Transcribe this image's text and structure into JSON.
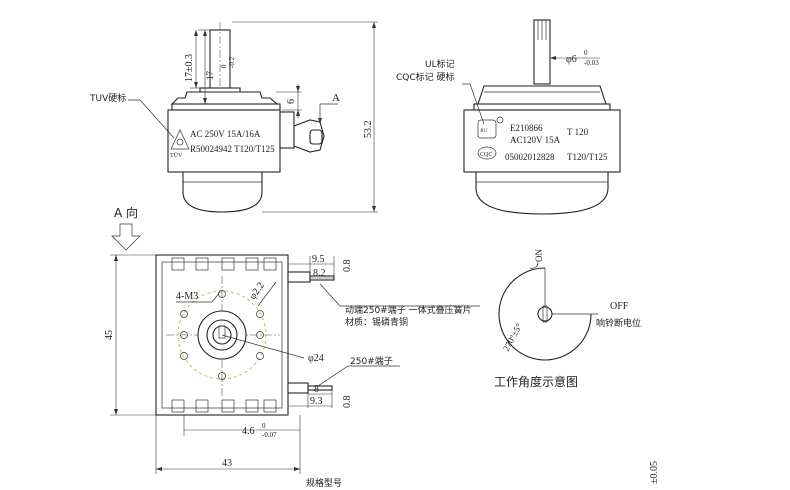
{
  "front_view": {
    "dim_shaft_height": "17±0.3",
    "dim_shaft_height_tol": "17",
    "dim_shaft_height_tol_sup": "0",
    "dim_shaft_height_tol_sub": "-0.2",
    "dim_six": "6",
    "dim_total_height": "53.2",
    "view_marker": "A",
    "tuv_label": "TUV硬标",
    "rating_line1": "AC 250V 15A/16A",
    "rating_line2": "R50024942 T120/T125",
    "tuv_logo": "TÜV"
  },
  "side_view": {
    "ul_label": "UL标记",
    "cqc_label": "CQC标记 硬标",
    "dim_shaft_dia": "φ6",
    "dim_shaft_dia_sup": "0",
    "dim_shaft_dia_sub": "-0.03",
    "line1_left": "E210866",
    "line1_right": "T 120",
    "line2": "AC120V 15A",
    "line3_left": "05002012828",
    "line3_right": "T120/T125"
  },
  "a_view": {
    "direction_label": "A 向",
    "dim_width": "45",
    "dim_95": "9.5",
    "dim_82": "8.2",
    "dim_08_top": "0.8",
    "hole_label": "4-M3",
    "hole_dia": "φ2.2",
    "pcd": "φ24",
    "moving_terminal": "动端250#端子 一体式叠压簧片",
    "material": "材质：锡磷青铜",
    "terminal_250": "250#端子",
    "dim_8": "8",
    "dim_93": "9.3",
    "dim_08_bottom": "0.8",
    "dim_46": "4.6",
    "dim_46_sup": "0",
    "dim_46_sub": "-0.07",
    "dim_43": "43",
    "spec_label": "规格型号"
  },
  "angle_diagram": {
    "on_label": "ON",
    "off_label": "OFF",
    "off_sub": "响铃断电位",
    "angle": "270°±5°",
    "title": "工作角度示意图"
  },
  "tolerance": "±0.05"
}
